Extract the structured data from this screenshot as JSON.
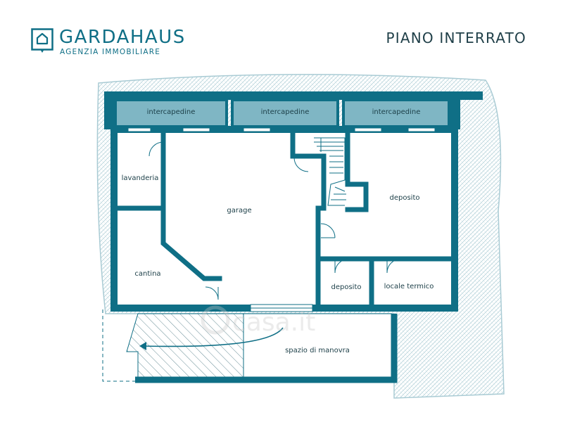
{
  "brand": {
    "name": "GARDAHAUS",
    "tagline": "AGENZIA IMMOBILIARE"
  },
  "title": "PIANO INTERRATO",
  "watermark": "casa.it",
  "rooms": {
    "intercapedine_1": "intercapedine",
    "intercapedine_2": "intercapedine",
    "intercapedine_3": "intercapedine",
    "lavanderia": "lavanderia",
    "garage": "garage",
    "deposito_large": "deposito",
    "cantina": "cantina",
    "deposito_small": "deposito",
    "locale_termico": "locale termico",
    "spazio_manovra": "spazio di manovra"
  },
  "colors": {
    "wall": "#0f6f86",
    "intercapedine_fill": "#7fb6c4",
    "ground_hatch": "#a9cbd4",
    "text": "#1b3e47"
  }
}
